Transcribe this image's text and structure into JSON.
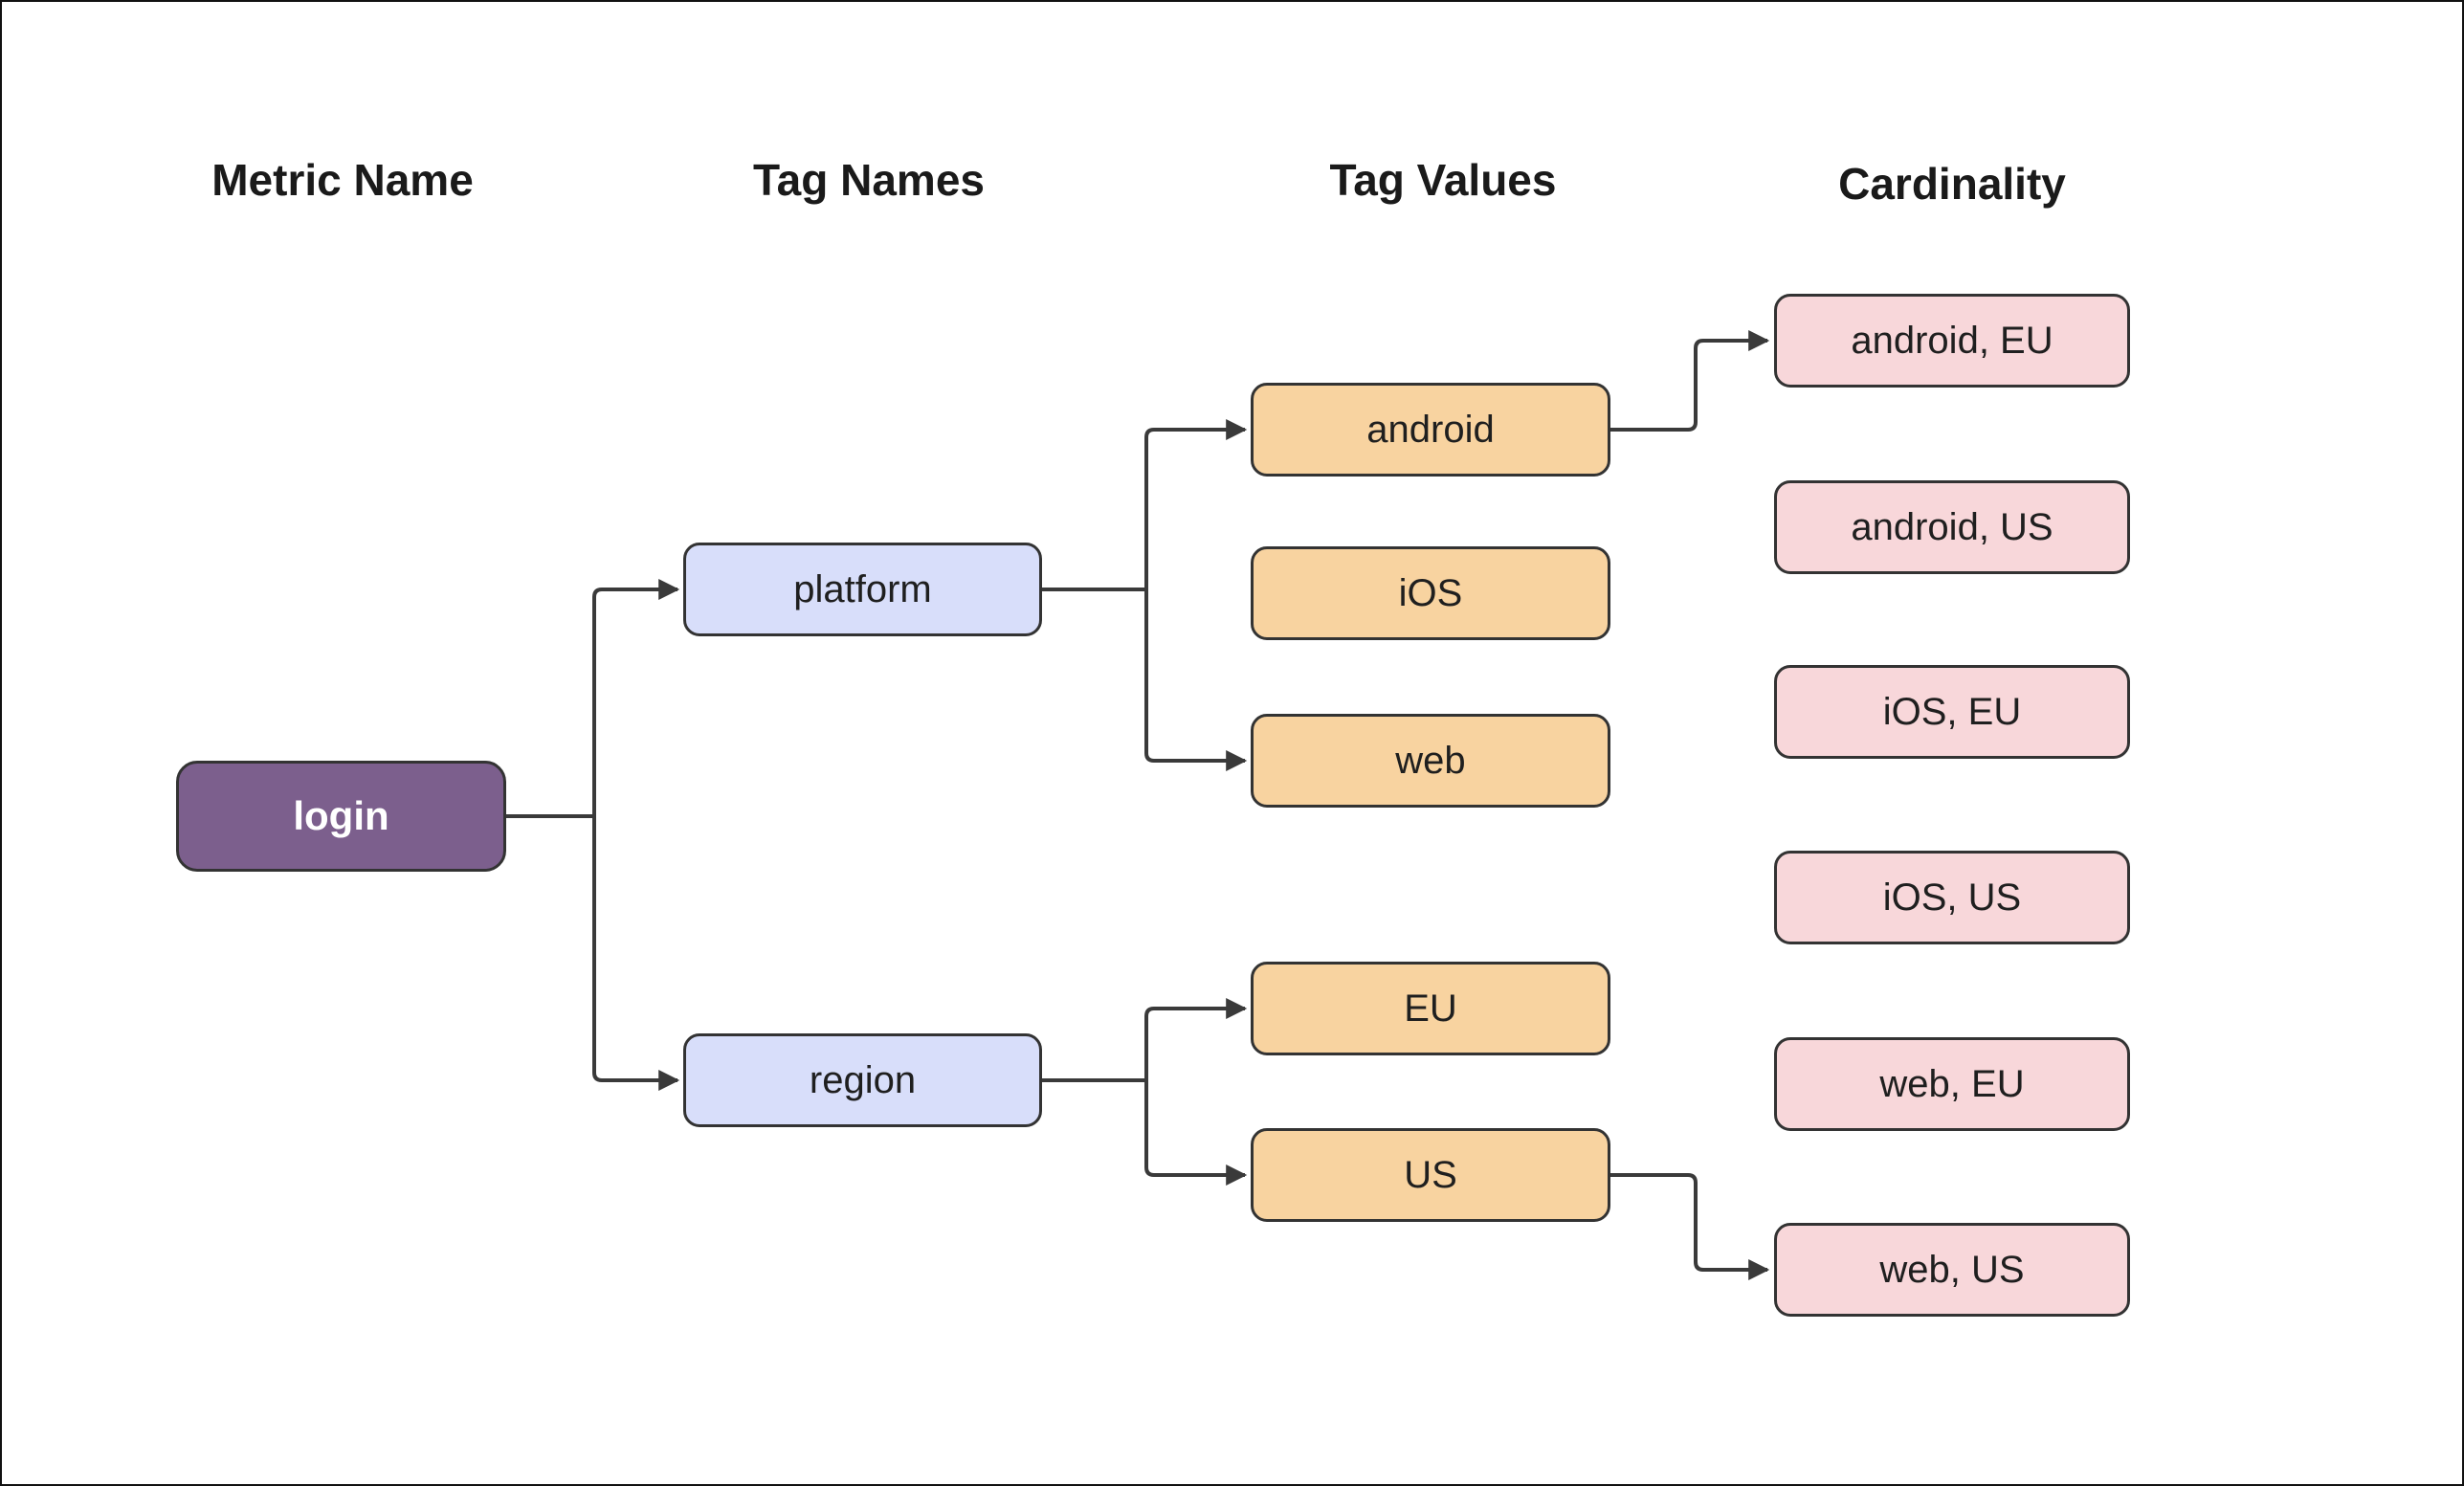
{
  "diagram": {
    "title_row": {
      "metric_name": "Metric Name",
      "tag_names": "Tag Names",
      "tag_values": "Tag Values",
      "cardinality": "Cardinality"
    },
    "nodes": {
      "login": "login",
      "platform": "platform",
      "region": "region",
      "android": "android",
      "ios": "iOS",
      "web": "web",
      "eu": "EU",
      "us": "US",
      "android_eu": "android, EU",
      "android_us": "android, US",
      "ios_eu": "iOS, EU",
      "ios_us": "iOS, US",
      "web_eu": "web, EU",
      "web_us": "web, US"
    },
    "edges": [
      {
        "from": "login",
        "to": "platform"
      },
      {
        "from": "login",
        "to": "region"
      },
      {
        "from": "platform",
        "to": "android"
      },
      {
        "from": "platform",
        "to": "web"
      },
      {
        "from": "region",
        "to": "EU"
      },
      {
        "from": "region",
        "to": "US"
      },
      {
        "from": "android",
        "to": "android, EU"
      },
      {
        "from": "US",
        "to": "web, US"
      }
    ],
    "colors": {
      "metric_fill": "#7C5F8D",
      "metric_text": "#FFFFFF",
      "tag_name_fill": "#D8DEFA",
      "tag_value_fill": "#F8D3A0",
      "cardinality_fill": "#F8D7DA",
      "node_border": "#333333",
      "edge": "#3A3A3A",
      "background": "#FFFFFF"
    }
  }
}
